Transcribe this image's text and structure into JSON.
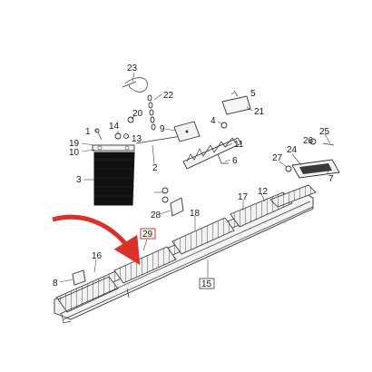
{
  "diagram": {
    "highlight_color": "#d8322a",
    "arrow_color": "#d8322a",
    "callouts": {
      "n23": "23",
      "n22": "22",
      "n5": "5",
      "n21": "21",
      "n1": "1",
      "n14": "14",
      "n20": "20",
      "n13": "13",
      "n9": "9",
      "n4": "4",
      "n11": "11",
      "n6": "6",
      "n19": "19",
      "n10": "10",
      "n2": "2",
      "n3": "3",
      "n25": "25",
      "n24": "24",
      "n26": "26",
      "n27": "27",
      "n7": "7",
      "n12": "12",
      "n17": "17",
      "n18": "18",
      "n28": "28",
      "n29": "29",
      "n16": "16",
      "n8": "8",
      "n15": "15"
    }
  }
}
